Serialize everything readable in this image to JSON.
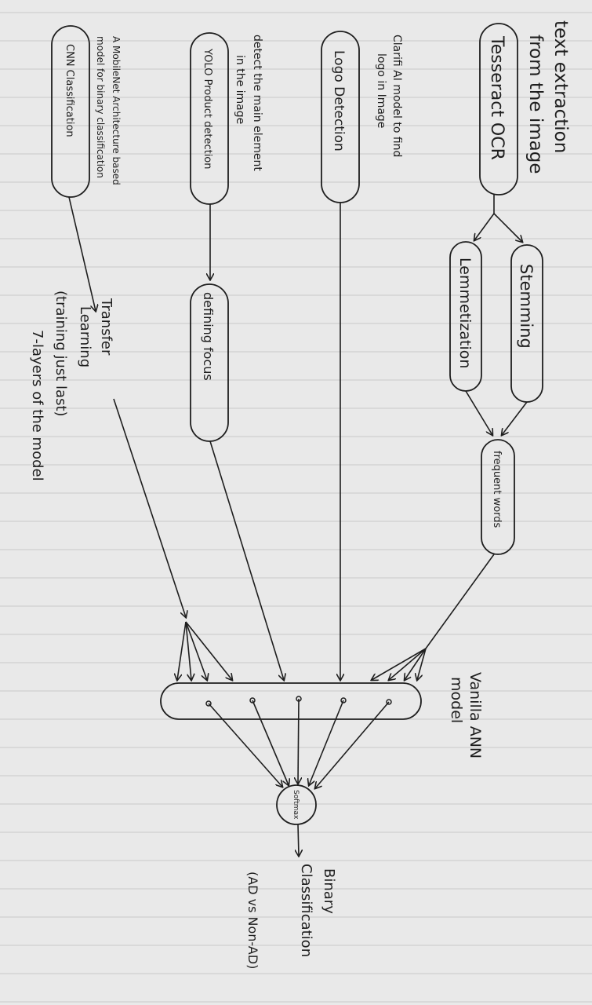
{
  "nodes": {
    "tesseract_ocr": "Tesseract OCR",
    "logo_detection": "Logo Detection",
    "yolo_product_detection": "YOLO Product detection",
    "cnn_classification": "CNN Classification",
    "stemming": "Stemming",
    "lemmetization": "Lemmetization",
    "frequent_words": "frequent words",
    "defining_focus": "defining focus",
    "softmax": "Softmax"
  },
  "annotations": {
    "ocr_note": [
      "text extraction",
      "from the image"
    ],
    "logo_note": [
      "Clarifi AI model to find",
      "logo in Image"
    ],
    "yolo_note": [
      "detect the main element",
      "in the image"
    ],
    "cnn_note": [
      "A MobileNet Architecture based",
      "model for binary classification"
    ],
    "transfer_note": [
      "Transfer",
      "Learning",
      "(training just last)",
      "7-layers of the model"
    ],
    "ann_note": [
      "Vanilla ANN",
      "model"
    ],
    "output_note": [
      "Binary",
      "Classification",
      "(AD vs Non-AD)"
    ]
  },
  "colors": {
    "ink": "#1e1e1e",
    "paper": "#e9e9e9",
    "ruling": "#c9c9c9"
  }
}
